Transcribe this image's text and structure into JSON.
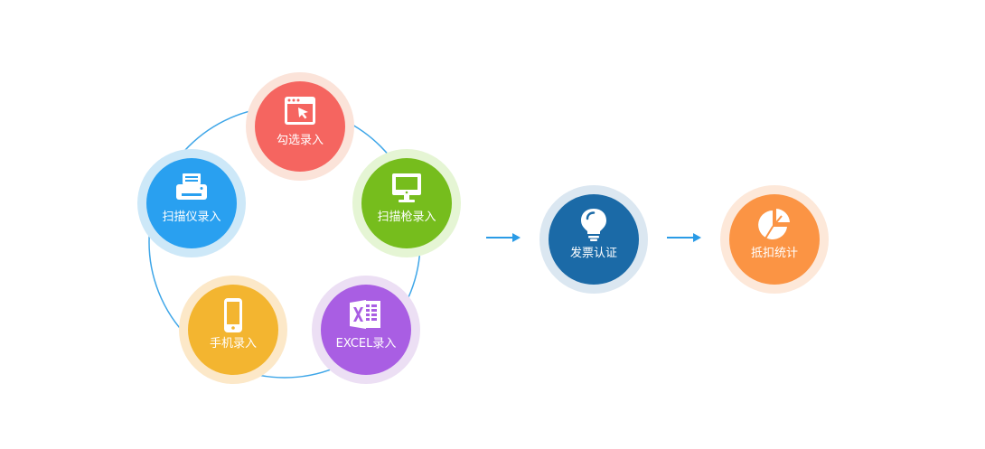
{
  "input_methods": [
    {
      "key": "check",
      "label": "勾选录入",
      "icon": "browser-cursor-icon",
      "color": "#f56560",
      "halo": "#fbe3d9"
    },
    {
      "key": "scanner-gun",
      "label": "扫描枪录入",
      "icon": "monitor-icon",
      "color": "#76bd1d",
      "halo": "#e5f5d4"
    },
    {
      "key": "excel",
      "label": "EXCEL录入",
      "icon": "excel-icon",
      "color": "#a95ee3",
      "halo": "#ecdff4"
    },
    {
      "key": "mobile",
      "label": "手机录入",
      "icon": "phone-icon",
      "color": "#f3b530",
      "halo": "#fce8c8"
    },
    {
      "key": "scanner",
      "label": "扫描仪录入",
      "icon": "printer-icon",
      "color": "#29a0f0",
      "halo": "#cde8f8"
    }
  ],
  "steps": [
    {
      "key": "verify",
      "label": "发票认证",
      "icon": "lightbulb-icon",
      "color": "#1b6aa7",
      "halo": "#dbe7f1"
    },
    {
      "key": "deduct",
      "label": "抵扣统计",
      "icon": "pie-chart-icon",
      "color": "#fb9444",
      "halo": "#fde8d9"
    }
  ],
  "colors": {
    "ring": "#3ea6e8",
    "arrow": "#2a9be6",
    "icon_fill": "#ffffff"
  }
}
